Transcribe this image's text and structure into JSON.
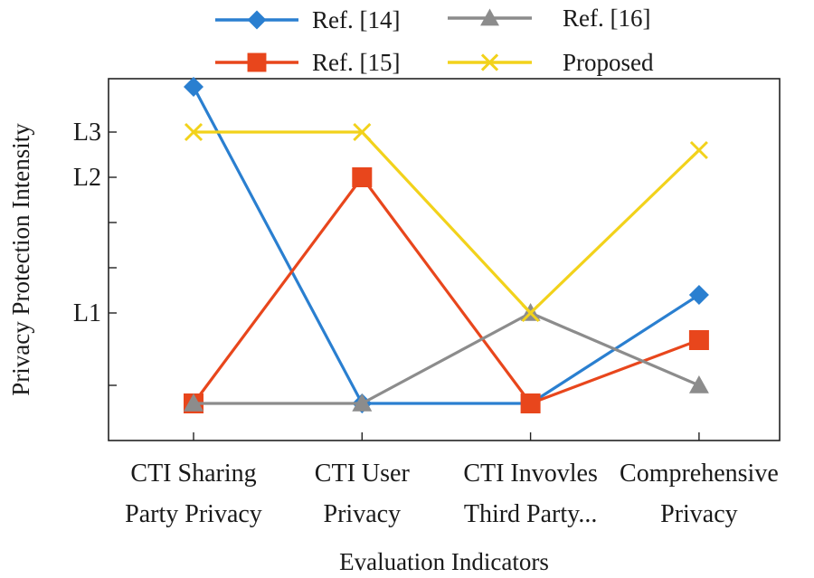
{
  "chart_data": {
    "type": "line",
    "title": "",
    "xlabel": "Evaluation Indicators",
    "ylabel": "Privacy Protection Intensity",
    "categories": [
      [
        "CTI Sharing",
        "Party Privacy"
      ],
      [
        "CTI User",
        "Privacy"
      ],
      [
        "CTI Invovles",
        "Third Party..."
      ],
      [
        "Comprehensive",
        "Privacy"
      ]
    ],
    "y_ticks": [
      {
        "value": 0.2,
        "label": ""
      },
      {
        "value": 1.0,
        "label": "L1"
      },
      {
        "value": 1.5,
        "label": ""
      },
      {
        "value": 2.0,
        "label": ""
      },
      {
        "value": 2.5,
        "label": "L2"
      },
      {
        "value": 3.0,
        "label": "L3"
      }
    ],
    "ylim": [
      -0.5,
      3.5
    ],
    "grid": false,
    "legend_position": "top",
    "series": [
      {
        "name": "Ref. [14]",
        "values": [
          3.5,
          0,
          0,
          1.2
        ],
        "color": "#2a7fd0",
        "marker": "diamond"
      },
      {
        "name": "Ref. [15]",
        "values": [
          0,
          2.5,
          0,
          0.7
        ],
        "color": "#e8461c",
        "marker": "square"
      },
      {
        "name": "Ref. [16]",
        "values": [
          0,
          0,
          1.0,
          0.2
        ],
        "color": "#8c8c8c",
        "marker": "triangle"
      },
      {
        "name": "Proposed",
        "values": [
          3.0,
          3.0,
          1.0,
          2.8
        ],
        "color": "#f2d21b",
        "marker": "x"
      }
    ]
  }
}
